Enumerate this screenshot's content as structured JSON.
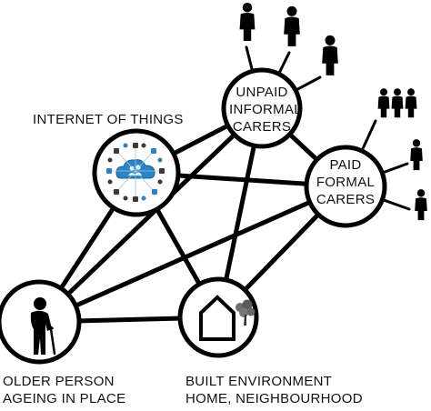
{
  "nodes": {
    "iot": {
      "label": "INTERNET OF THINGS"
    },
    "unpaid": {
      "line1": "UNPAID",
      "line2": "INFORMAL",
      "line3": "CARERS"
    },
    "paid": {
      "line1": "PAID",
      "line2": "FORMAL",
      "line3": "CARERS"
    },
    "older": {
      "line1": "OLDER PERSON",
      "line2": "AGEING IN PLACE"
    },
    "built": {
      "line1": "BUILT ENVIRONMENT",
      "line2": "HOME, NEIGHBOURHOOD"
    }
  },
  "icons": {
    "cloud": "cloud-people-icon",
    "person": "person-icon",
    "elder": "elderly-person-with-cane-icon",
    "house": "house-icon",
    "tree": "tree-icon",
    "group": "group-of-three-people-icon"
  },
  "colors": {
    "line": "#000000",
    "accent": "#2a84c6"
  }
}
